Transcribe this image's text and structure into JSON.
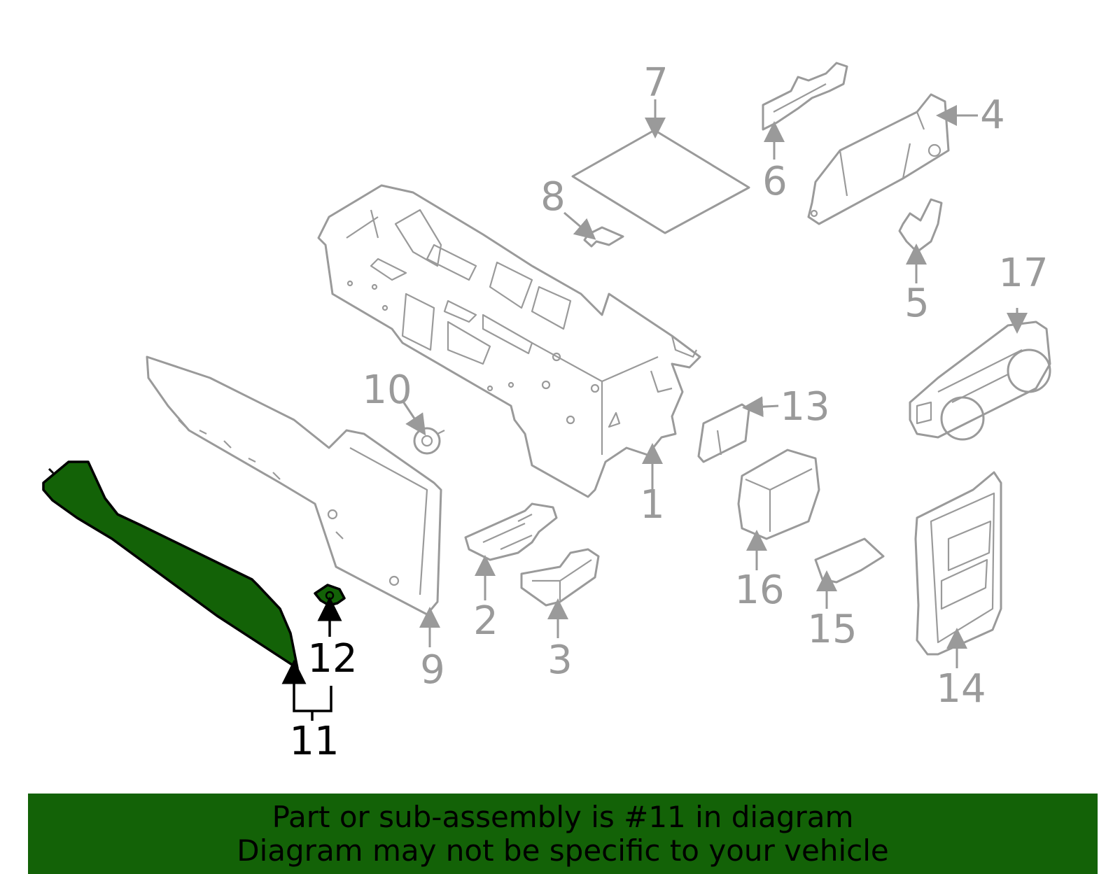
{
  "diagram": {
    "highlighted_part": "11",
    "highlight_color": "#136207",
    "callouts": {
      "c1": "1",
      "c2": "2",
      "c3": "3",
      "c4": "4",
      "c5": "5",
      "c6": "6",
      "c7": "7",
      "c8": "8",
      "c9": "9",
      "c10": "10",
      "c11": "11",
      "c12": "12",
      "c13": "13",
      "c14": "14",
      "c15": "15",
      "c16": "16",
      "c17": "17"
    }
  },
  "banner": {
    "line1": "Part or sub-assembly is #11 in diagram",
    "line2": "Diagram may not be specific to your vehicle",
    "background": "#136207"
  }
}
